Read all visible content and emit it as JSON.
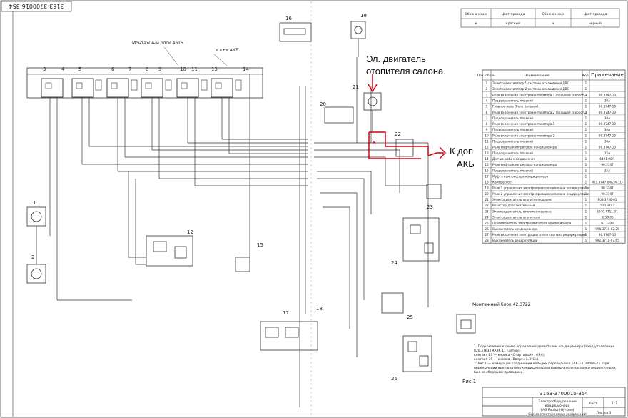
{
  "stamp": {
    "code": "3163-3700016-354"
  },
  "legend_top": {
    "headers": [
      "Обозначение",
      "Цвет провода",
      "Обозначение",
      "Цвет провода"
    ],
    "row": [
      "к",
      "красный",
      "ч",
      "черный"
    ]
  },
  "annotations": {
    "motor_line1": "Эл. двигатель",
    "motor_line2": "отопителя салона",
    "battery_line1": "К доп",
    "battery_line2": "АКБ"
  },
  "labels": {
    "block_top": "Монтажный блок 4615",
    "to_battery": "к «+» АКБ",
    "block_bottom": "Монтажный блок 42.3722",
    "fig": "Рис.1",
    "cross_mark": "×"
  },
  "components": {
    "n1": "1",
    "n2": "2",
    "n3": "3",
    "n4": "4",
    "n5": "5",
    "n6": "6",
    "n7": "7",
    "n8": "8",
    "n9": "9",
    "n10": "10",
    "n11": "11",
    "n12": "12",
    "n13": "13",
    "n14": "14",
    "n15": "15",
    "n16": "16",
    "n17": "17",
    "n18": "18",
    "n19": "19",
    "n20": "20",
    "n21": "21",
    "n22": "22",
    "n23": "23",
    "n24": "24",
    "n25": "25",
    "n26": "26"
  },
  "spec_table": {
    "headers": [
      "Поз. обозн.",
      "Наименование",
      "Кол.",
      "Примечание"
    ],
    "rows": [
      [
        "1",
        "Электровентилятор 1 системы охлаждения ДВС",
        "1",
        ""
      ],
      [
        "2",
        "Электровентилятор 2 системы охлаждения ДВС",
        "1",
        ""
      ],
      [
        "3",
        "Реле включения электровентилятора 1 (большая скорость)",
        "1",
        "90.3747-10"
      ],
      [
        "4",
        "Предохранитель плавкий",
        "1",
        "30А"
      ],
      [
        "5",
        "Главное реле (Реле батарея)",
        "1",
        "90.3747-10"
      ],
      [
        "6",
        "Реле включения электровентилятора 2 (большая скорость)",
        "1",
        "90.3747-10"
      ],
      [
        "7",
        "Предохранитель плавкий",
        "1",
        "30А"
      ],
      [
        "8",
        "Реле включения электровентилятора 1",
        "1",
        "90.3747-10"
      ],
      [
        "9",
        "Предохранитель плавкий",
        "1",
        "30А"
      ],
      [
        "10",
        "Реле включения электровентилятора 2",
        "1",
        "90.3747-10"
      ],
      [
        "11",
        "Предохранитель плавкий",
        "1",
        "30А"
      ],
      [
        "12",
        "Реле муфты компрессора кондиционера",
        "1",
        "90.3747-10"
      ],
      [
        "13",
        "Предохранитель плавкий",
        "1",
        "15А"
      ],
      [
        "14",
        "Датчик рабочего давления",
        "1",
        "6421.00/1"
      ],
      [
        "15",
        "Реле муфты компрессора кондиционера",
        "1",
        "90.3747"
      ],
      [
        "16",
        "Предохранитель плавкий",
        "1",
        "25А"
      ],
      [
        "17",
        "Муфта компрессора кондиционера",
        "1",
        ""
      ],
      [
        "18",
        "Компрессор",
        "1",
        "421.3747 (МАЗК 11)"
      ],
      [
        "19",
        "Реле 1 управления электроприводом клапана рециркуляции",
        "1",
        "90.3747"
      ],
      [
        "20",
        "Реле 2 управления электроприводом клапана рециркуляции",
        "1",
        "90.3747"
      ],
      [
        "21",
        "Электродвигатель отопителя салона",
        "1",
        "608.3730-01"
      ],
      [
        "22",
        "Резистор дополнительный",
        "1",
        "520.3747"
      ],
      [
        "23",
        "Электродвигатель отопителя салона",
        "1",
        "5970.4711-01"
      ],
      [
        "24",
        "Электродвигатель отопителя",
        "1",
        "3230.05"
      ],
      [
        "25",
        "Переключатель электродвигателя кондиционера",
        "1",
        "62.3709"
      ],
      [
        "26",
        "Выключатель кондиционера",
        "1",
        "990.3710-02.25"
      ],
      [
        "27",
        "Реле включения электродвигателя клапана рециркуляции",
        "1",
        "90.3747-10"
      ],
      [
        "28",
        "Выключатель рециркуляции",
        "1",
        "992.3710-07.65"
      ]
    ]
  },
  "notes": {
    "line1": "1. Подключение к схеме управления двигателем кондиционера (вход управления",
    "line2": "820.3763 (МАЗК 11 (Затор)).",
    "line3": "контакт 63 — кнопка «Стартовый» («IP»);",
    "line4": "контакт 75 — кнопка «Вверх» («3°С»).",
    "line5": "2. Рис.1 — нумерация соединений колодки переходника 5763-3724066-01. При",
    "line6": "подключении выключателя кондиционера и выключателя заслонки рециркуляции",
    "line7": "был за сборными проводами."
  },
  "title_block": {
    "doc_code": "3163-3700016-354",
    "title_1": "Электрооборудование",
    "title_2": "кондиционера",
    "title_3": "УАЗ Patriot (Нутрия)",
    "title_4": "Схема электрическая соединений",
    "scale": "1:1",
    "sheet": "Лист",
    "sheets": "Листов 1"
  }
}
